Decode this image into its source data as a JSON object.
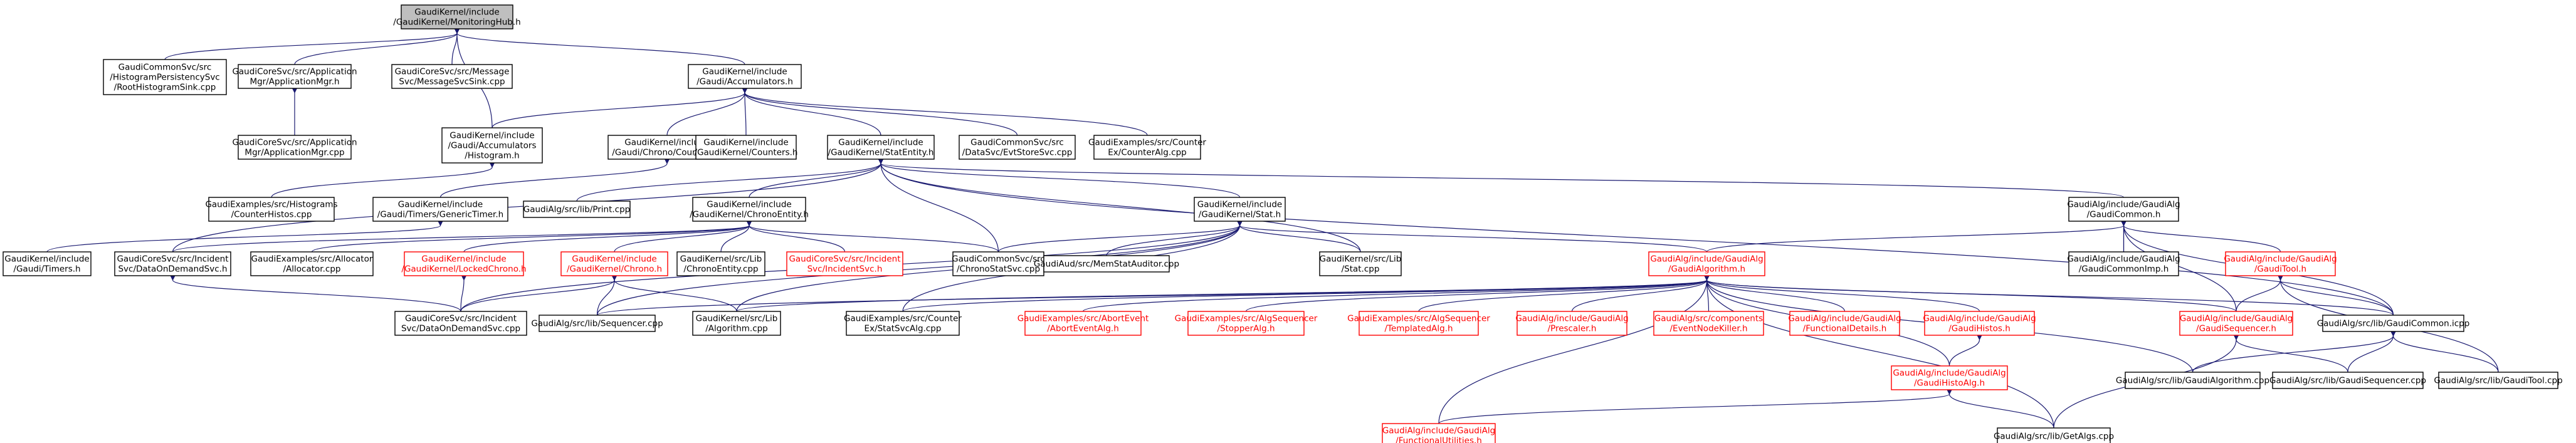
{
  "colors": {
    "edge": "#191970",
    "text_normal": "#000000",
    "text_red": "#ff0000",
    "border_normal": "#000000",
    "border_red": "#ff0000",
    "root_fill": "#bfbfbf",
    "fill": "#ffffff"
  },
  "nodes": [
    {
      "id": "n0",
      "lines": [
        "GaudiKernel/include",
        "/GaudiKernel/MonitoringHub.h"
      ],
      "style": "root"
    },
    {
      "id": "n1",
      "lines": [
        "GaudiCommonSvc/src",
        "/HistogramPersistencySvc",
        "/RootHistogramSink.cpp"
      ],
      "style": "normal"
    },
    {
      "id": "n2",
      "lines": [
        "GaudiCoreSvc/src/Application",
        "Mgr/ApplicationMgr.h"
      ],
      "style": "normal"
    },
    {
      "id": "n3",
      "lines": [
        "GaudiCoreSvc/src/Message",
        "Svc/MessageSvcSink.cpp"
      ],
      "style": "normal"
    },
    {
      "id": "n4",
      "lines": [
        "GaudiKernel/include",
        "/Gaudi/Accumulators.h"
      ],
      "style": "normal"
    },
    {
      "id": "n5",
      "lines": [
        "GaudiCoreSvc/src/Application",
        "Mgr/ApplicationMgr.cpp"
      ],
      "style": "normal"
    },
    {
      "id": "n6",
      "lines": [
        "GaudiKernel/include",
        "/Gaudi/Accumulators",
        "/Histogram.h"
      ],
      "style": "normal"
    },
    {
      "id": "n7",
      "lines": [
        "GaudiKernel/include",
        "/Gaudi/Chrono/Counters.h"
      ],
      "style": "normal"
    },
    {
      "id": "n8",
      "lines": [
        "GaudiKernel/include",
        "/GaudiKernel/Counters.h"
      ],
      "style": "normal"
    },
    {
      "id": "n9",
      "lines": [
        "GaudiKernel/include",
        "/GaudiKernel/StatEntity.h"
      ],
      "style": "normal"
    },
    {
      "id": "n10",
      "lines": [
        "GaudiCommonSvc/src",
        "/DataSvc/EvtStoreSvc.cpp"
      ],
      "style": "normal"
    },
    {
      "id": "n11",
      "lines": [
        "GaudiExamples/src/Counter",
        "Ex/CounterAlg.cpp"
      ],
      "style": "normal"
    },
    {
      "id": "n12",
      "lines": [
        "GaudiExamples/src/Histograms",
        "/CounterHistos.cpp"
      ],
      "style": "normal"
    },
    {
      "id": "n13",
      "lines": [
        "GaudiKernel/include",
        "/Gaudi/Timers/GenericTimer.h"
      ],
      "style": "normal"
    },
    {
      "id": "n14",
      "lines": [
        "GaudiAlg/src/lib/Print.cpp"
      ],
      "style": "normal"
    },
    {
      "id": "n15",
      "lines": [
        "GaudiKernel/include",
        "/GaudiKernel/ChronoEntity.h"
      ],
      "style": "normal"
    },
    {
      "id": "n16",
      "lines": [
        "GaudiKernel/include",
        "/GaudiKernel/Stat.h"
      ],
      "style": "normal"
    },
    {
      "id": "n17",
      "lines": [
        "GaudiAlg/include/GaudiAlg",
        "/GaudiCommon.h"
      ],
      "style": "normal"
    },
    {
      "id": "n18",
      "lines": [
        "GaudiKernel/include",
        "/Gaudi/Timers.h"
      ],
      "style": "normal"
    },
    {
      "id": "n19",
      "lines": [
        "GaudiCoreSvc/src/Incident",
        "Svc/DataOnDemandSvc.h"
      ],
      "style": "normal"
    },
    {
      "id": "n20",
      "lines": [
        "GaudiExamples/src/Allocator",
        "/Allocator.cpp"
      ],
      "style": "normal"
    },
    {
      "id": "n21",
      "lines": [
        "GaudiKernel/include",
        "/GaudiKernel/LockedChrono.h"
      ],
      "style": "red"
    },
    {
      "id": "n22",
      "lines": [
        "GaudiKernel/include",
        "/GaudiKernel/Chrono.h"
      ],
      "style": "red"
    },
    {
      "id": "n23",
      "lines": [
        "GaudiKernel/src/Lib",
        "/ChronoEntity.cpp"
      ],
      "style": "normal"
    },
    {
      "id": "n24",
      "lines": [
        "GaudiCoreSvc/src/Incident",
        "Svc/IncidentSvc.h"
      ],
      "style": "red"
    },
    {
      "id": "n25",
      "lines": [
        "GaudiCommonSvc/src",
        "/ChronoStatSvc.cpp"
      ],
      "style": "normal"
    },
    {
      "id": "n26",
      "lines": [
        "GaudiAud/src/MemStatAuditor.cpp"
      ],
      "style": "normal"
    },
    {
      "id": "n27",
      "lines": [
        "GaudiKernel/src/Lib",
        "/Stat.cpp"
      ],
      "style": "normal"
    },
    {
      "id": "n28",
      "lines": [
        "GaudiAlg/include/GaudiAlg",
        "/GaudiCommonImp.h"
      ],
      "style": "normal"
    },
    {
      "id": "n29",
      "lines": [
        "GaudiAlg/include/GaudiAlg",
        "/GaudiTool.h"
      ],
      "style": "red"
    },
    {
      "id": "n30",
      "lines": [
        "GaudiAlg/include/GaudiAlg",
        "/GaudiAlgorithm.h"
      ],
      "style": "red"
    },
    {
      "id": "n31",
      "lines": [
        "GaudiCoreSvc/src/Incident",
        "Svc/DataOnDemandSvc.cpp"
      ],
      "style": "normal"
    },
    {
      "id": "n32",
      "lines": [
        "GaudiAlg/src/lib/Sequencer.cpp"
      ],
      "style": "normal"
    },
    {
      "id": "n33",
      "lines": [
        "GaudiKernel/src/Lib",
        "/Algorithm.cpp"
      ],
      "style": "normal"
    },
    {
      "id": "n34",
      "lines": [
        "GaudiExamples/src/Counter",
        "Ex/StatSvcAlg.cpp"
      ],
      "style": "normal"
    },
    {
      "id": "n35",
      "lines": [
        "GaudiExamples/src/AbortEvent",
        "/AbortEventAlg.h"
      ],
      "style": "red"
    },
    {
      "id": "n36",
      "lines": [
        "GaudiExamples/src/AlgSequencer",
        "/StopperAlg.h"
      ],
      "style": "red"
    },
    {
      "id": "n37",
      "lines": [
        "GaudiExamples/src/AlgSequencer",
        "/TemplatedAlg.h"
      ],
      "style": "red"
    },
    {
      "id": "n38",
      "lines": [
        "GaudiAlg/include/GaudiAlg",
        "/Prescaler.h"
      ],
      "style": "red"
    },
    {
      "id": "n39",
      "lines": [
        "GaudiAlg/src/components",
        "/EventNodeKiller.h"
      ],
      "style": "red"
    },
    {
      "id": "n40",
      "lines": [
        "GaudiAlg/include/GaudiAlg",
        "/FunctionalDetails.h"
      ],
      "style": "red"
    },
    {
      "id": "n41",
      "lines": [
        "GaudiAlg/include/GaudiAlg",
        "/GaudiHistos.h"
      ],
      "style": "red"
    },
    {
      "id": "n42",
      "lines": [
        "GaudiAlg/include/GaudiAlg",
        "/GaudiSequencer.h"
      ],
      "style": "red"
    },
    {
      "id": "n43",
      "lines": [
        "GaudiAlg/src/lib/GaudiCommon.icpp"
      ],
      "style": "normal"
    },
    {
      "id": "n44",
      "lines": [
        "GaudiAlg/src/lib/GaudiAlgorithm.cpp"
      ],
      "style": "normal"
    },
    {
      "id": "n45",
      "lines": [
        "GaudiAlg/src/lib/GaudiSequencer.cpp"
      ],
      "style": "normal"
    },
    {
      "id": "n46",
      "lines": [
        "GaudiAlg/src/lib/GaudiTool.cpp"
      ],
      "style": "normal"
    },
    {
      "id": "n47",
      "lines": [
        "GaudiAlg/include/GaudiAlg",
        "/GaudiHistoAlg.h"
      ],
      "style": "red"
    },
    {
      "id": "n48",
      "lines": [
        "GaudiAlg/include/GaudiAlg",
        "/FunctionalUtilities.h"
      ],
      "style": "red"
    },
    {
      "id": "n49",
      "lines": [
        "GaudiAlg/src/lib/GetAlgs.cpp"
      ],
      "style": "normal"
    }
  ],
  "edges": [
    [
      "n0",
      "n1"
    ],
    [
      "n0",
      "n2"
    ],
    [
      "n0",
      "n3"
    ],
    [
      "n0",
      "n4"
    ],
    [
      "n0",
      "n6"
    ],
    [
      "n2",
      "n5"
    ],
    [
      "n4",
      "n6"
    ],
    [
      "n4",
      "n7"
    ],
    [
      "n4",
      "n8"
    ],
    [
      "n4",
      "n9"
    ],
    [
      "n4",
      "n10"
    ],
    [
      "n4",
      "n11"
    ],
    [
      "n6",
      "n12"
    ],
    [
      "n7",
      "n13"
    ],
    [
      "n13",
      "n18"
    ],
    [
      "n9",
      "n14"
    ],
    [
      "n9",
      "n15"
    ],
    [
      "n9",
      "n16"
    ],
    [
      "n9",
      "n17"
    ],
    [
      "n9",
      "n19"
    ],
    [
      "n9",
      "n25"
    ],
    [
      "n9",
      "n27"
    ],
    [
      "n9",
      "n43"
    ],
    [
      "n15",
      "n19"
    ],
    [
      "n15",
      "n20"
    ],
    [
      "n15",
      "n21"
    ],
    [
      "n15",
      "n22"
    ],
    [
      "n15",
      "n23"
    ],
    [
      "n15",
      "n24"
    ],
    [
      "n15",
      "n25"
    ],
    [
      "n19",
      "n31"
    ],
    [
      "n21",
      "n31"
    ],
    [
      "n22",
      "n31"
    ],
    [
      "n22",
      "n32"
    ],
    [
      "n22",
      "n33"
    ],
    [
      "n16",
      "n25"
    ],
    [
      "n16",
      "n26"
    ],
    [
      "n16",
      "n27"
    ],
    [
      "n16",
      "n30"
    ],
    [
      "n16",
      "n32"
    ],
    [
      "n16",
      "n33"
    ],
    [
      "n16",
      "n34"
    ],
    [
      "n16",
      "n31"
    ],
    [
      "n17",
      "n28"
    ],
    [
      "n28",
      "n17"
    ],
    [
      "n17",
      "n29"
    ],
    [
      "n17",
      "n30"
    ],
    [
      "n17",
      "n42"
    ],
    [
      "n17",
      "n43"
    ],
    [
      "n29",
      "n46"
    ],
    [
      "n29",
      "n42"
    ],
    [
      "n29",
      "n43"
    ],
    [
      "n30",
      "n35"
    ],
    [
      "n30",
      "n36"
    ],
    [
      "n30",
      "n37"
    ],
    [
      "n30",
      "n38"
    ],
    [
      "n30",
      "n39"
    ],
    [
      "n30",
      "n40"
    ],
    [
      "n30",
      "n41"
    ],
    [
      "n30",
      "n42"
    ],
    [
      "n30",
      "n43"
    ],
    [
      "n30",
      "n44"
    ],
    [
      "n30",
      "n47"
    ],
    [
      "n30",
      "n48"
    ],
    [
      "n30",
      "n49"
    ],
    [
      "n30",
      "n33"
    ],
    [
      "n30",
      "n34"
    ],
    [
      "n30",
      "n32"
    ],
    [
      "n41",
      "n47"
    ],
    [
      "n42",
      "n45"
    ],
    [
      "n42",
      "n49"
    ],
    [
      "n43",
      "n44"
    ],
    [
      "n43",
      "n45"
    ],
    [
      "n43",
      "n46"
    ],
    [
      "n47",
      "n48"
    ],
    [
      "n47",
      "n49"
    ]
  ]
}
